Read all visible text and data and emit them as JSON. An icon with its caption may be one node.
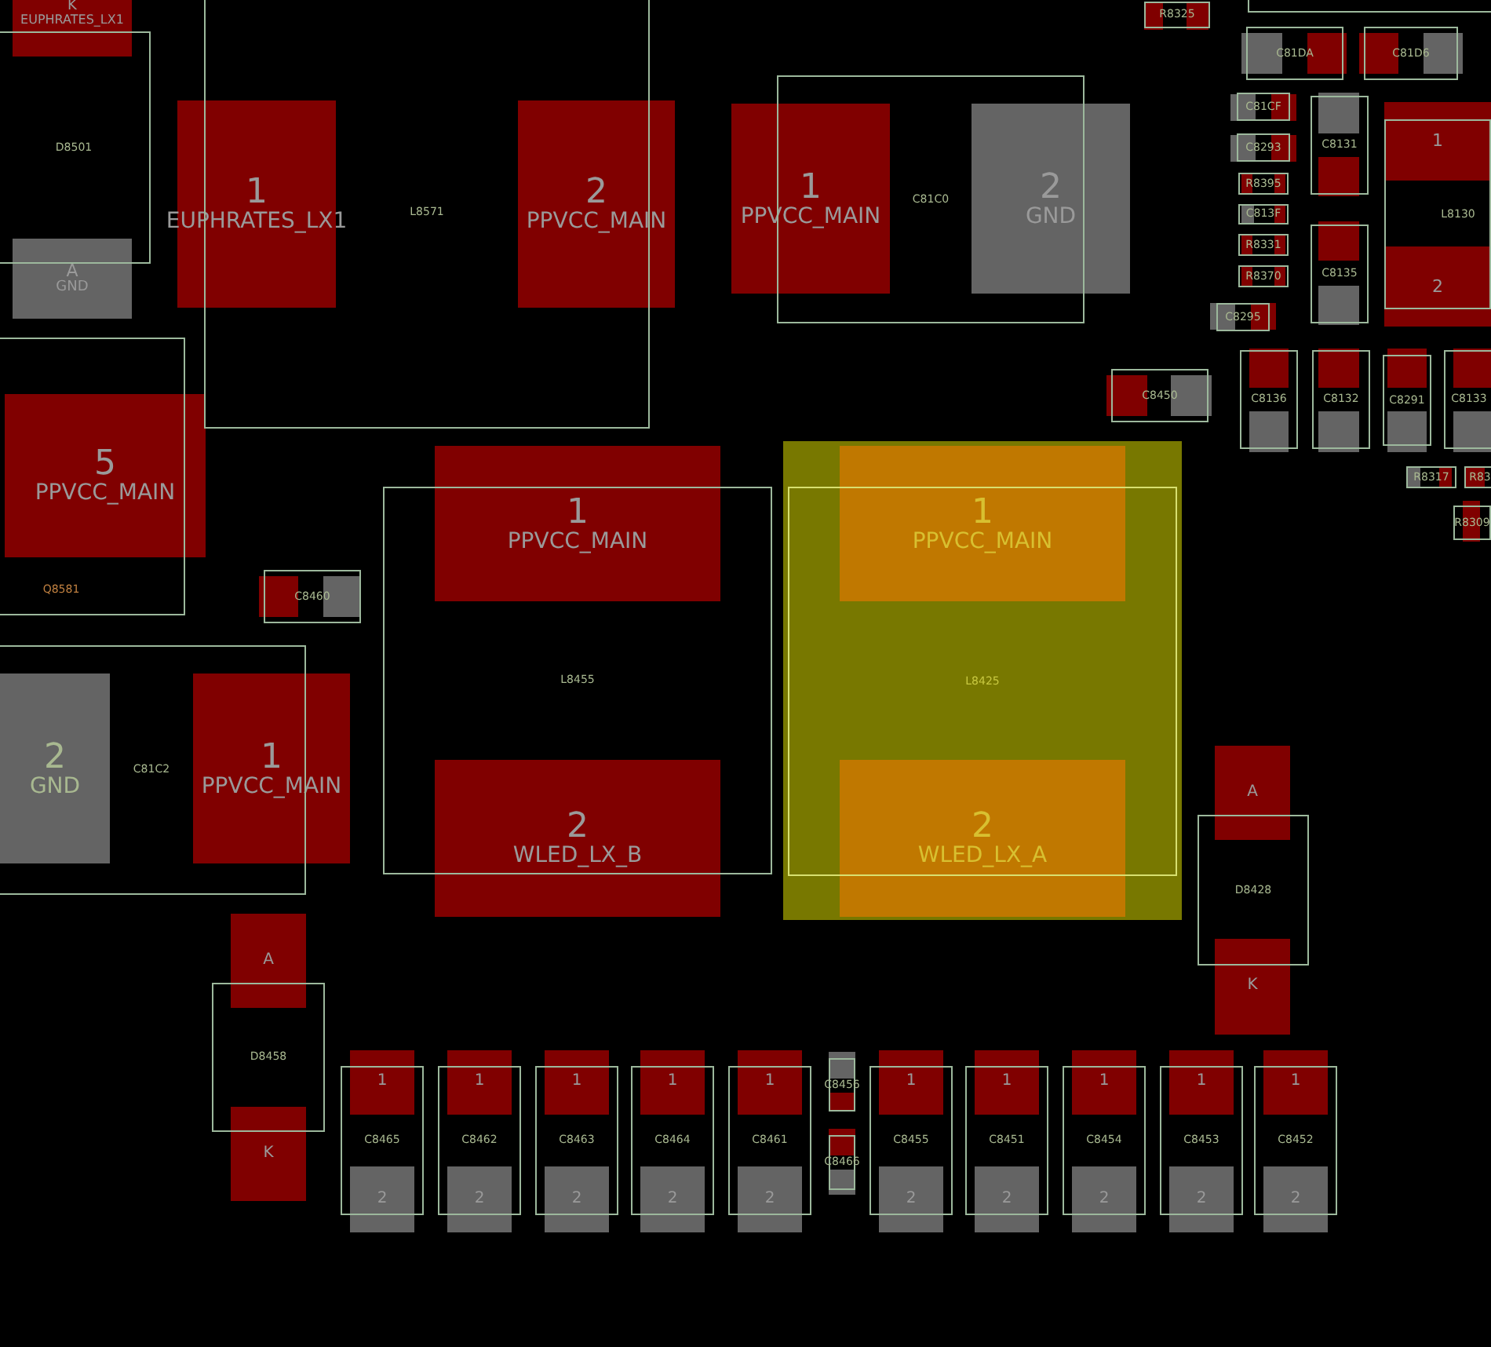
{
  "diagram": {
    "nodes": [
      {
        "text": [
          "K",
          "EUPHRATES_LX1"
        ]
      },
      {
        "text": [
          "L8571"
        ]
      },
      {
        "text": [
          "R8325"
        ]
      },
      {
        "text": [
          "C81DA"
        ]
      },
      {
        "text": [
          "C81D6"
        ]
      },
      {
        "text": [
          "D8501"
        ]
      },
      {
        "text": [
          "1",
          "EUPHRATES_LX1"
        ]
      },
      {
        "text": [
          "2",
          "PPVCC_MAIN"
        ]
      },
      {
        "text": [
          "C81C0"
        ]
      },
      {
        "text": [
          "1",
          "PPVCC_MAIN"
        ]
      },
      {
        "text": [
          "2",
          "GND"
        ]
      },
      {
        "text": [
          "C81CF"
        ]
      },
      {
        "text": [
          "C8131"
        ]
      },
      {
        "text": [
          "1"
        ]
      },
      {
        "text": [
          "C8293"
        ]
      },
      {
        "text": [
          "L8130"
        ]
      },
      {
        "text": [
          "R8395"
        ]
      },
      {
        "text": [
          "C813F"
        ]
      },
      {
        "text": [
          "C8135"
        ]
      },
      {
        "text": [
          "R8331"
        ]
      },
      {
        "text": [
          "2"
        ]
      },
      {
        "text": [
          "R8370"
        ]
      },
      {
        "text": [
          "A",
          "GND"
        ]
      },
      {
        "text": [
          "C8295"
        ]
      },
      {
        "text": [
          "Q8581"
        ]
      },
      {
        "text": [
          "C8450"
        ]
      },
      {
        "text": [
          "C8136"
        ]
      },
      {
        "text": [
          "C8132"
        ]
      },
      {
        "text": [
          "C8291"
        ]
      },
      {
        "text": [
          "C8133"
        ]
      },
      {
        "text": [
          "5",
          "PPVCC_MAIN"
        ]
      },
      {
        "text": [
          "1",
          "PPVCC_MAIN"
        ]
      },
      {
        "text": [
          "1",
          "PPVCC_MAIN"
        ]
      },
      {
        "text": [
          "R8317"
        ]
      },
      {
        "text": [
          "R83"
        ]
      },
      {
        "text": [
          "L8455"
        ]
      },
      {
        "text": [
          "L8425"
        ]
      },
      {
        "text": [
          "R8309"
        ]
      },
      {
        "text": [
          "C8460"
        ]
      },
      {
        "text": [
          "C81C2"
        ]
      },
      {
        "text": [
          "2",
          "GND"
        ],
        "in": 39
      },
      {
        "text": [
          "1",
          "PPVCC_MAIN"
        ]
      },
      {
        "text": [
          "2",
          "WLED_LX_B"
        ]
      },
      {
        "text": [
          "2",
          "WLED_LX_A"
        ]
      },
      {
        "text": [
          "A"
        ]
      },
      {
        "text": [
          "D8428"
        ]
      },
      {
        "text": [
          "K"
        ]
      },
      {
        "text": [
          "A"
        ]
      },
      {
        "text": [
          "D8458"
        ]
      },
      {
        "text": [
          "K"
        ]
      },
      {
        "text": [
          "1"
        ]
      },
      {
        "text": [
          "C8465"
        ]
      },
      {
        "text": [
          "2"
        ]
      },
      {
        "text": [
          "1"
        ]
      },
      {
        "text": [
          "C8462"
        ]
      },
      {
        "text": [
          "2"
        ]
      },
      {
        "text": [
          "1"
        ]
      },
      {
        "text": [
          "C8463"
        ]
      },
      {
        "text": [
          "2"
        ]
      },
      {
        "text": [
          "1"
        ]
      },
      {
        "text": [
          "C8464"
        ]
      },
      {
        "text": [
          "2"
        ]
      },
      {
        "text": [
          "1"
        ]
      },
      {
        "text": [
          "C8461"
        ]
      },
      {
        "text": [
          "2"
        ]
      },
      {
        "text": [
          "C8456"
        ]
      },
      {
        "text": [
          "C8466"
        ]
      },
      {
        "text": [
          "1"
        ]
      },
      {
        "text": [
          "C8455"
        ]
      },
      {
        "text": [
          "2"
        ]
      },
      {
        "text": [
          "1"
        ]
      },
      {
        "text": [
          "C8451"
        ]
      },
      {
        "text": [
          "2"
        ]
      },
      {
        "text": [
          "1"
        ]
      },
      {
        "text": [
          "C8454"
        ]
      },
      {
        "text": [
          "2"
        ]
      },
      {
        "text": [
          "1"
        ]
      },
      {
        "text": [
          "C8453"
        ]
      },
      {
        "text": [
          "2"
        ]
      },
      {
        "text": [
          "1"
        ]
      },
      {
        "text": [
          "C8452"
        ]
      },
      {
        "text": [
          "2"
        ]
      }
    ]
  }
}
